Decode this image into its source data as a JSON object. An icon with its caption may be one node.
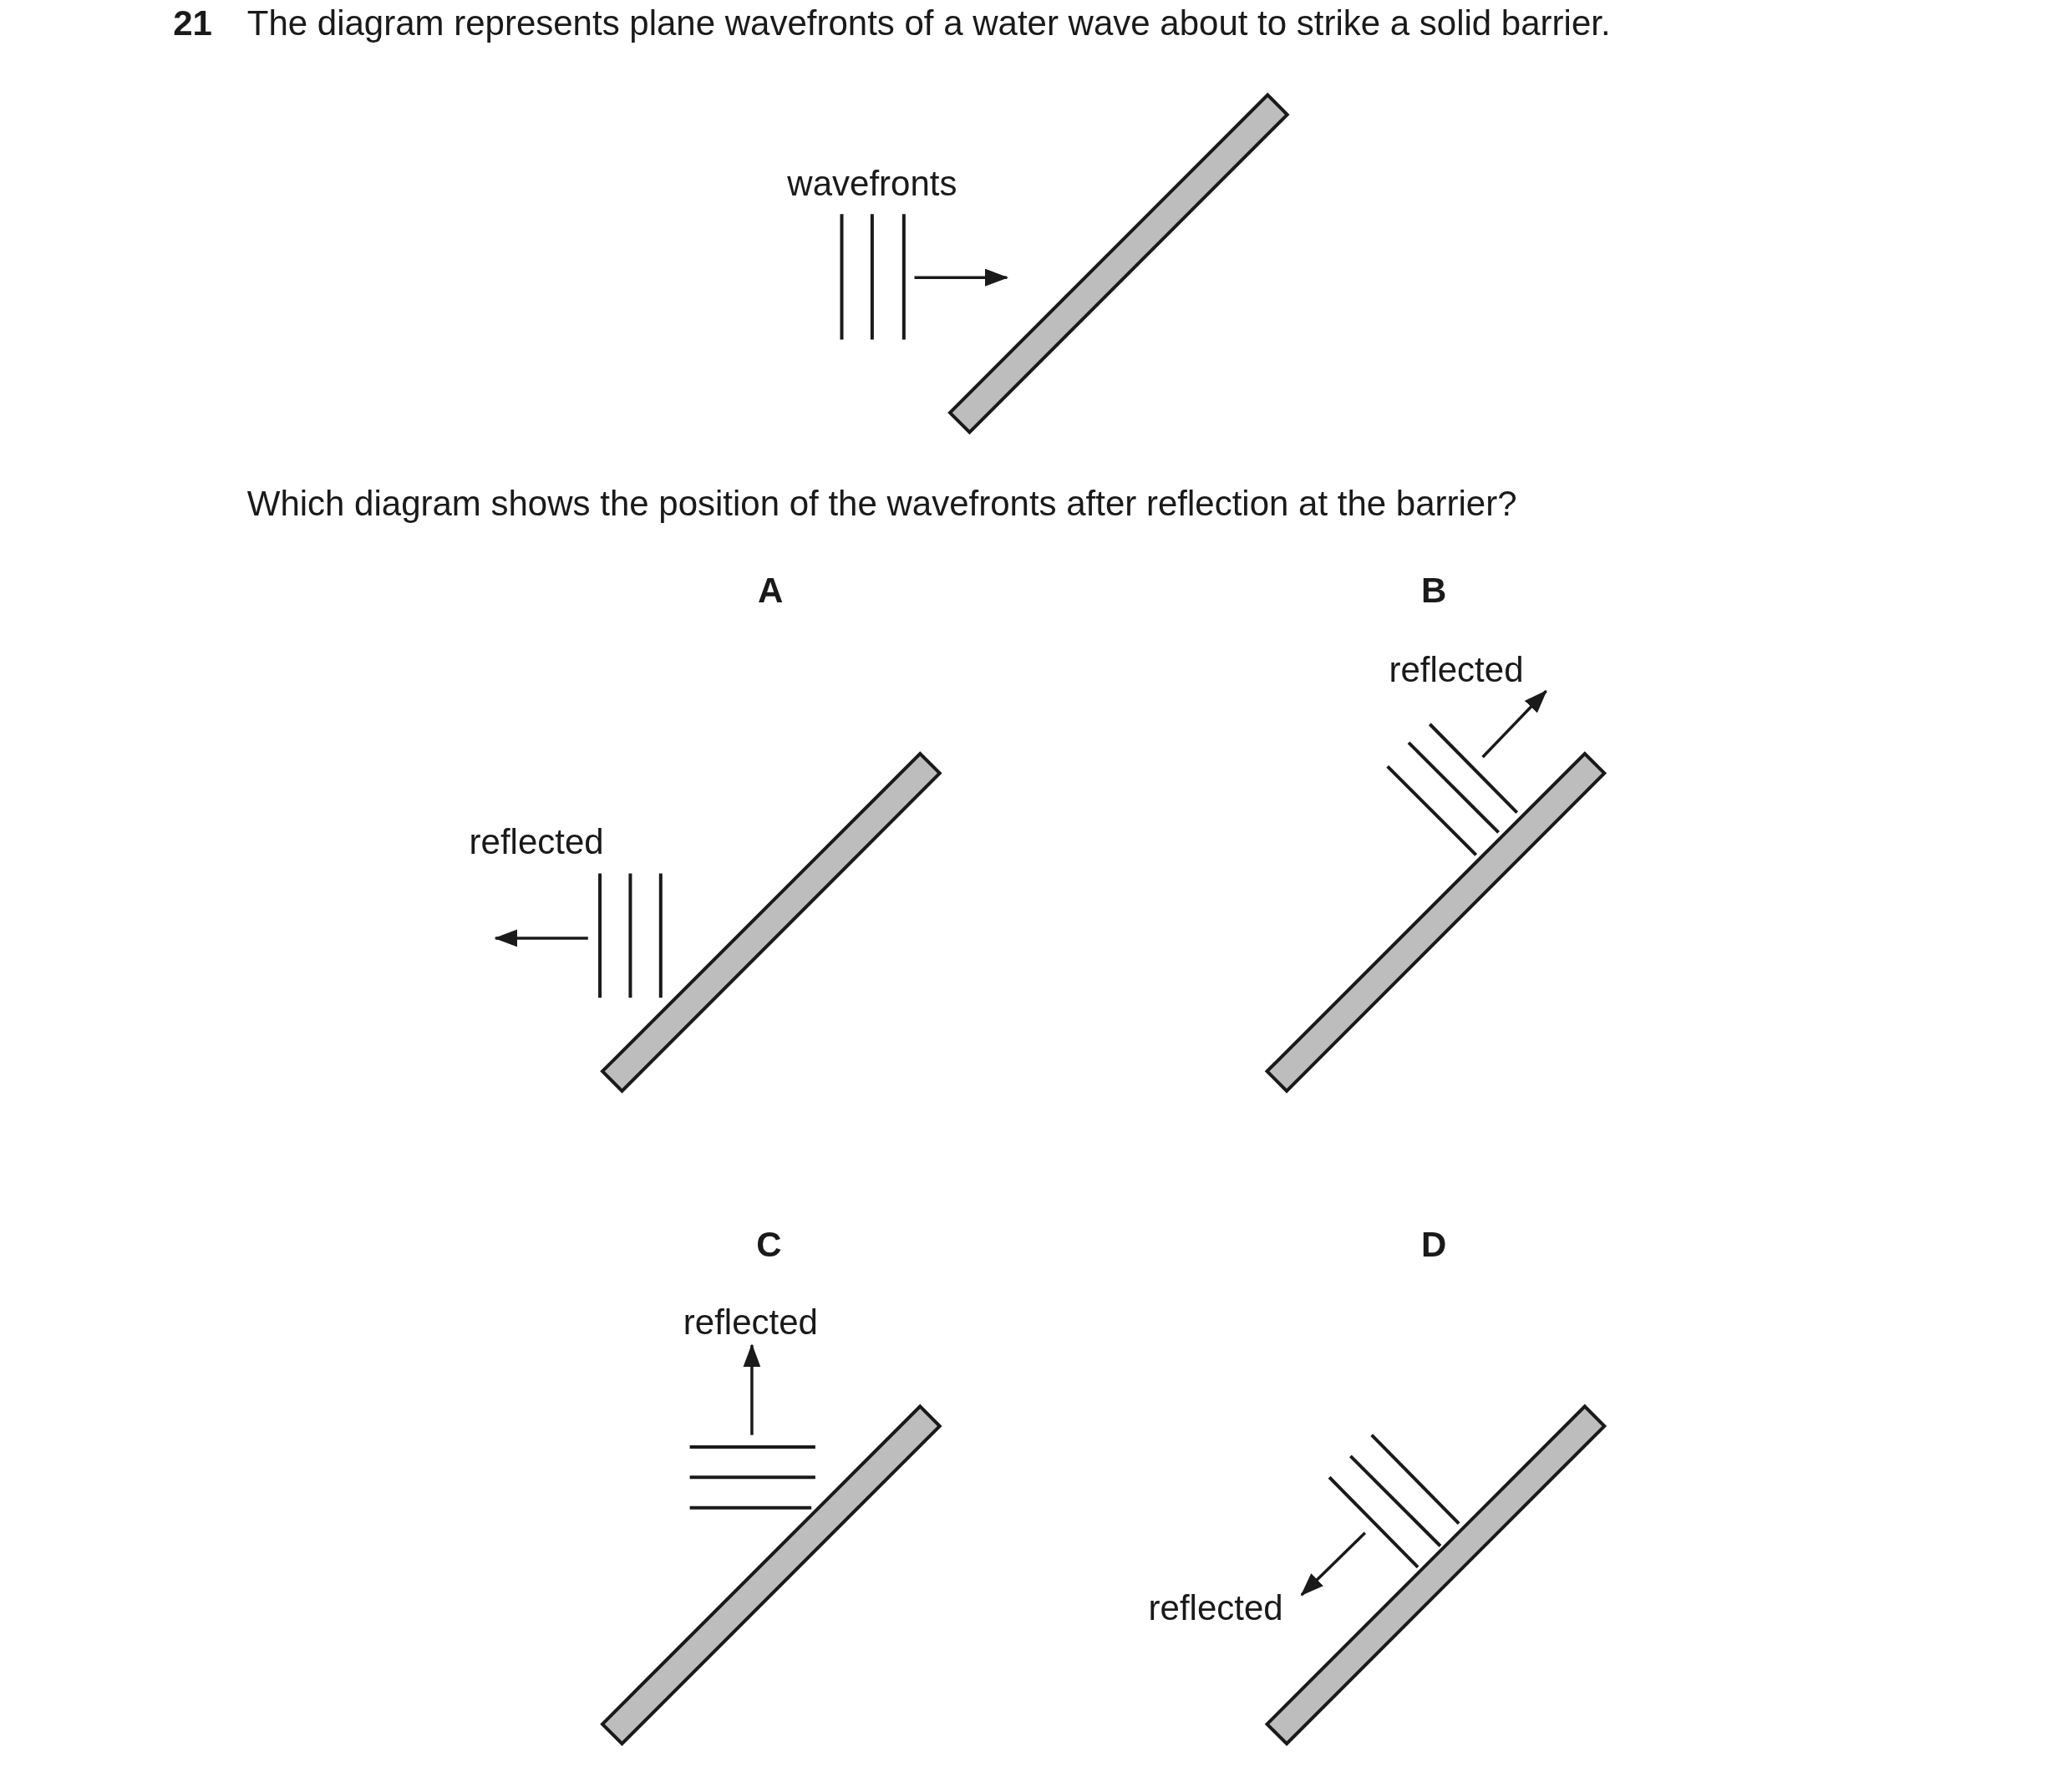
{
  "diagram": {
    "title": "The diagram represents plane wavefronts of a water wave about to strike a solid barrier.",
    "labels": [
      "21",
      "wavefronts",
      "Which diagram shows the position of the wavefronts after reflection at the barrier?",
      "A",
      "B",
      "reflected",
      "reflected",
      "C",
      "D",
      "reflected",
      "reflected"
    ]
  }
}
